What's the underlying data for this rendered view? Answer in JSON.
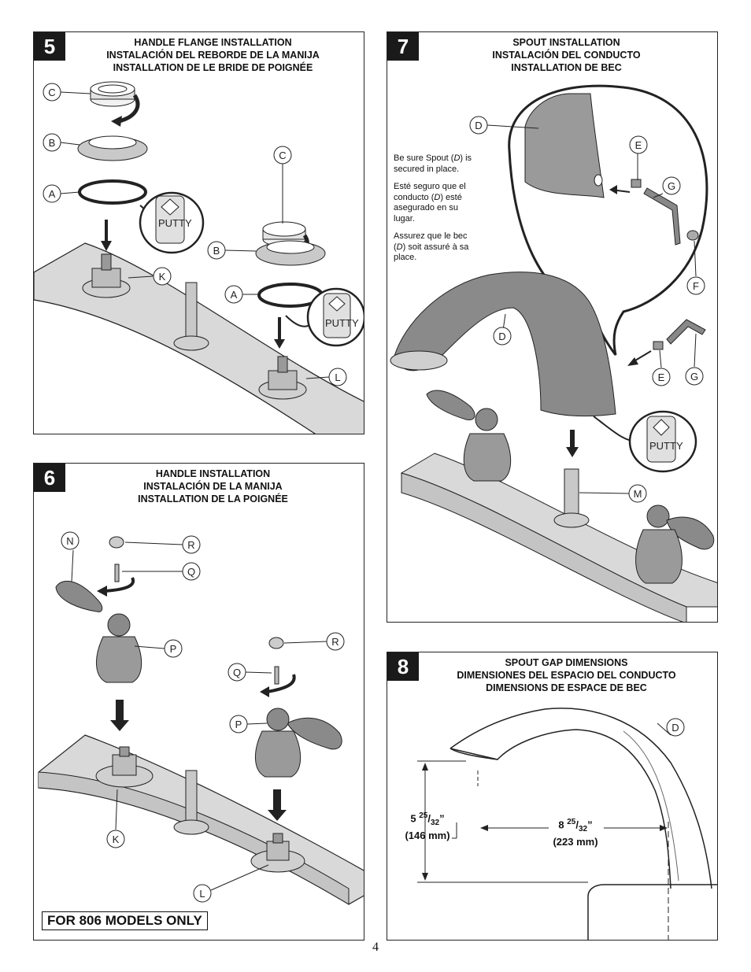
{
  "panels": {
    "p5": {
      "number": "5",
      "heading": [
        "HANDLE FLANGE INSTALLATION",
        "INSTALACIÓN DEL REBORDE DE LA MANIJA",
        "INSTALLATION DE LE BRIDE DE POIGNÉE"
      ],
      "labels": {
        "c": "C",
        "b": "B",
        "a": "A",
        "k": "K",
        "l": "L"
      },
      "putty": "PUTTY"
    },
    "p6": {
      "number": "6",
      "heading": [
        "HANDLE INSTALLATION",
        "INSTALACIÓN DE LA MANIJA",
        "INSTALLATION DE LA POIGNÉE"
      ],
      "labels": {
        "n": "N",
        "r": "R",
        "q": "Q",
        "p": "P",
        "k": "K",
        "l": "L"
      },
      "models_note": "FOR 806 MODELS ONLY"
    },
    "p7": {
      "number": "7",
      "heading": [
        "SPOUT INSTALLATION",
        "INSTALACIÓN DEL CONDUCTO",
        "INSTALLATION DE BEC"
      ],
      "labels": {
        "d": "D",
        "e": "E",
        "g": "G",
        "f": "F",
        "m": "M"
      },
      "notes": {
        "en_pre": "Be sure Spout (",
        "en_italic": "D",
        "en_post": ") is secured in place.",
        "es_pre": "Esté seguro que el conducto (",
        "es_italic": "D",
        "es_post": ") esté asegurado en su lugar.",
        "fr_pre": "Assurez que le bec (",
        "fr_italic": "D",
        "fr_post": ") soit assuré à sa place."
      },
      "putty": "PUTTY"
    },
    "p8": {
      "number": "8",
      "heading": [
        "SPOUT GAP DIMENSIONS",
        "DIMENSIONES DEL ESPACIO DEL CONDUCTO",
        "DIMENSIONS DE ESPACE DE BEC"
      ],
      "labels": {
        "d": "D"
      },
      "height_whole": "5",
      "height_num": "25",
      "height_den": "32",
      "height_mm": "(146 mm)",
      "reach_whole": "8",
      "reach_num": "25",
      "reach_den": "32",
      "reach_mm": "(223 mm)",
      "inch_mark": "”"
    }
  },
  "page_number": "4",
  "colors": {
    "ink": "#1a1a1a",
    "deck": "#d9d9d9",
    "metal": "#8a8a8a"
  }
}
